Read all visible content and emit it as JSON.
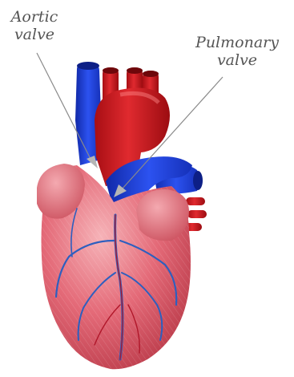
{
  "labels": {
    "aortic": {
      "line1": "Aortic",
      "line2": "valve"
    },
    "pulmonary": {
      "line1": "Pulmonary",
      "line2": "valve"
    }
  },
  "colors": {
    "background": "#ffffff",
    "label_text": "#555555",
    "arrow": "#8a8a8a",
    "arrow_head": "#b5b5b5",
    "aorta_red": "#c8161c",
    "vessel_blue": "#1e3fd8",
    "myocardium": "#e2606e",
    "coronary_vessel": "#2d5fbf"
  },
  "icons": {
    "heart": "anatomical-heart-illustration",
    "aortic_pointer": "arrow-icon",
    "pulmonary_pointer": "arrow-icon"
  }
}
